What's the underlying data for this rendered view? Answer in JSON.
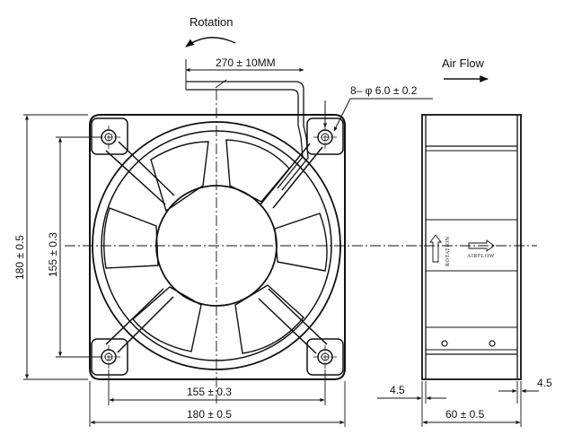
{
  "labels": {
    "rotation": "Rotation",
    "air_flow": "Air Flow",
    "lead_length": "270 ± 10MM",
    "hole_spec": "8– φ 6.0 ± 0.2",
    "outer_height": "180 ± 0.5",
    "hole_pitch_vertical": "155 ± 0.3",
    "hole_pitch_horizontal": "155 ± 0.3",
    "outer_width": "180 ± 0.5",
    "side_depth": "60 ± 0.5",
    "flange_left": "4.5",
    "flange_right": "4.5",
    "side_label_rotation": "ROTATION",
    "side_label_airflow": "AIRFLOW"
  },
  "colors": {
    "line": "#111111",
    "background": "#ffffff"
  }
}
